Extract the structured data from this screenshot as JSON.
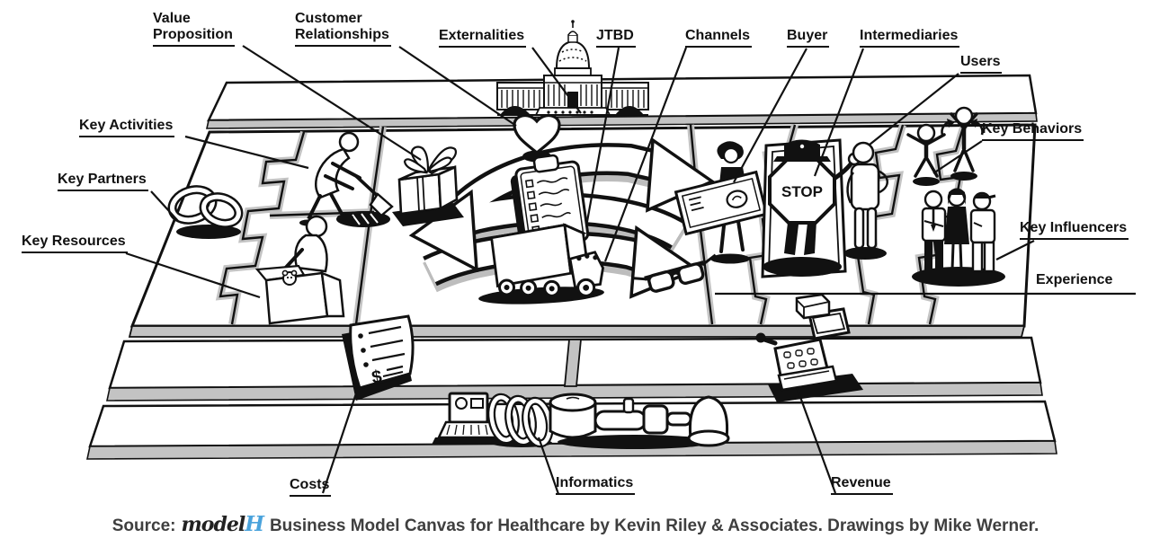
{
  "labels": {
    "value_proposition": "Value\nProposition",
    "customer_relationships": "Customer\nRelationships",
    "externalities": "Externalities",
    "jtbd": "JTBD",
    "channels": "Channels",
    "buyer": "Buyer",
    "intermediaries": "Intermediaries",
    "users": "Users",
    "key_behaviors": "Key Behaviors",
    "key_influencers": "Key Influencers",
    "experience": "Experience",
    "key_activities": "Key Activities",
    "key_partners": "Key Partners",
    "key_resources": "Key Resources",
    "costs": "Costs",
    "informatics": "Informatics",
    "revenue": "Revenue"
  },
  "drawing_text": {
    "stop_sign": "STOP",
    "currency_symbol": "$"
  },
  "caption": {
    "source_prefix": "Source:",
    "logo_model": "model",
    "logo_h": "H",
    "text": "Business Model Canvas for Healthcare by Kevin Riley & Associates. Drawings by Mike Werner."
  },
  "colors": {
    "ink": "#111111",
    "bevel_gray": "#c3c3c3",
    "logo_blue": "#4aa3dc",
    "caption_text": "#3f3f3f"
  }
}
